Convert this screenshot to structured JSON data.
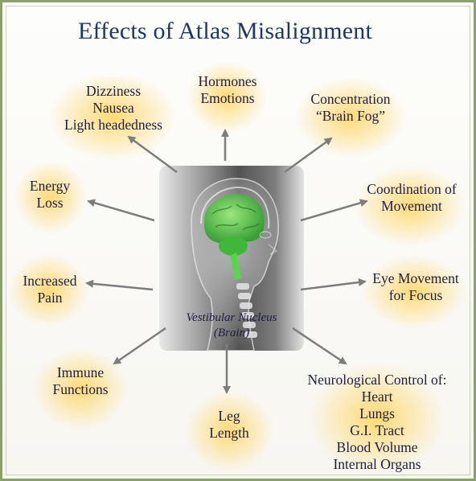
{
  "title": "Effects of Atlas Misalignment",
  "center": {
    "line1": "Vestibular Nucleus",
    "line2": "(Brain)"
  },
  "effects": {
    "dizziness": [
      "Dizziness",
      "Nausea",
      "Light headedness"
    ],
    "hormones": [
      "Hormones",
      "Emotions"
    ],
    "concentration": [
      "Concentration",
      "“Brain Fog”"
    ],
    "energy": [
      "Energy",
      "Loss"
    ],
    "coordination": [
      "Coordination of",
      "Movement"
    ],
    "pain": [
      "Increased",
      "Pain"
    ],
    "eye": [
      "Eye Movement",
      "for Focus"
    ],
    "immune": [
      "Immune",
      "Functions"
    ],
    "leg": [
      "Leg",
      "Length"
    ],
    "neuro": [
      "Neurological Control of:",
      "Heart",
      "Lungs",
      "G.I. Tract",
      "Blood Volume",
      "Internal Organs"
    ]
  },
  "colors": {
    "title": "#1e3762",
    "text": "#1d1d40",
    "glow": "#ffd460",
    "arrow": "#7d7d7d",
    "brain": "#55d64a",
    "border": "#8aa06a"
  }
}
